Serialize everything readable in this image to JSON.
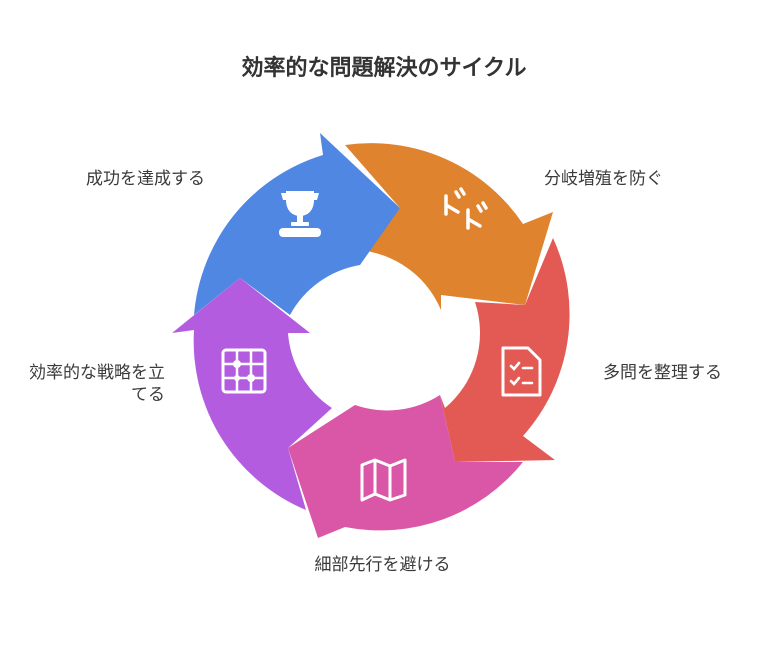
{
  "title": "効率的な問題解決のサイクル",
  "colors": {
    "orange": "#E0832F",
    "red": "#E35A55",
    "pink": "#D957A6",
    "purple": "#B35CE0",
    "blue": "#4F87E3"
  },
  "steps": [
    {
      "label": "分岐増殖を防ぐ",
      "icon": "branch-icon",
      "color": "#E0832F"
    },
    {
      "label": "多問を整理する",
      "icon": "checklist-icon",
      "color": "#E35A55"
    },
    {
      "label": "細部先行を避ける",
      "icon": "map-icon",
      "color": "#D957A6"
    },
    {
      "label": "効率的な戦略を立てる",
      "icon": "strategy-board-icon",
      "color": "#B35CE0"
    },
    {
      "label": "成功を達成する",
      "icon": "trophy-icon",
      "color": "#4F87E3"
    }
  ]
}
